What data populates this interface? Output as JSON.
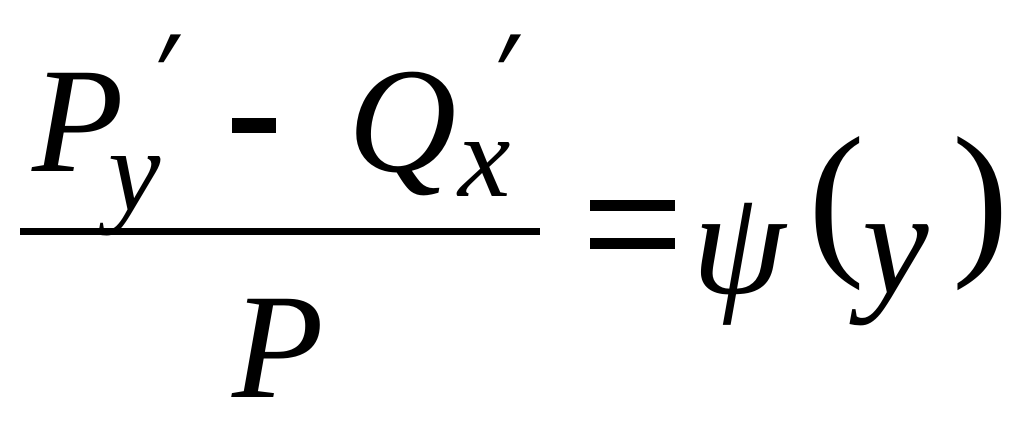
{
  "formula": {
    "numerator": {
      "term1": {
        "base": "P",
        "subscript": "y",
        "prime": "′"
      },
      "operator": "-",
      "term2": {
        "base": "Q",
        "subscript": "x",
        "prime": "′"
      }
    },
    "denominator": "P",
    "equals": "=",
    "rhs": {
      "function": "ψ",
      "open_paren": "(",
      "argument": "y",
      "close_paren": ")"
    }
  }
}
